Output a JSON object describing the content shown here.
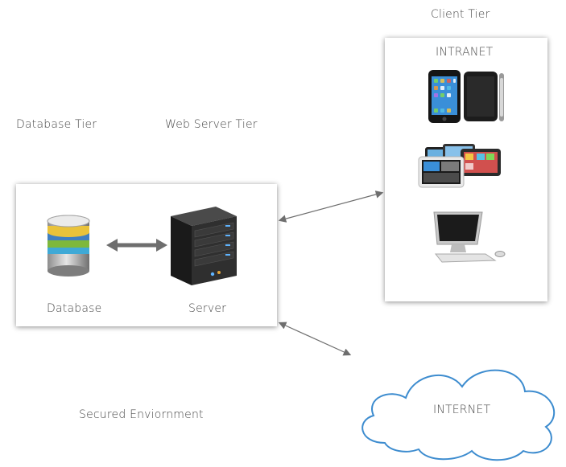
{
  "tiers": {
    "client": "Client Tier",
    "database": "Database Tier",
    "web_server": "Web Server Tier"
  },
  "client_box": {
    "title": "INTRANET"
  },
  "server_box": {
    "database_label": "Database",
    "server_label": "Server"
  },
  "environment_label": "Secured Enviornment",
  "cloud_label": "INTERNET",
  "icons": [
    "database-icon",
    "server-tower-icon",
    "smartphone-icon",
    "tablets-icon",
    "desktop-computer-icon",
    "cloud-icon"
  ]
}
